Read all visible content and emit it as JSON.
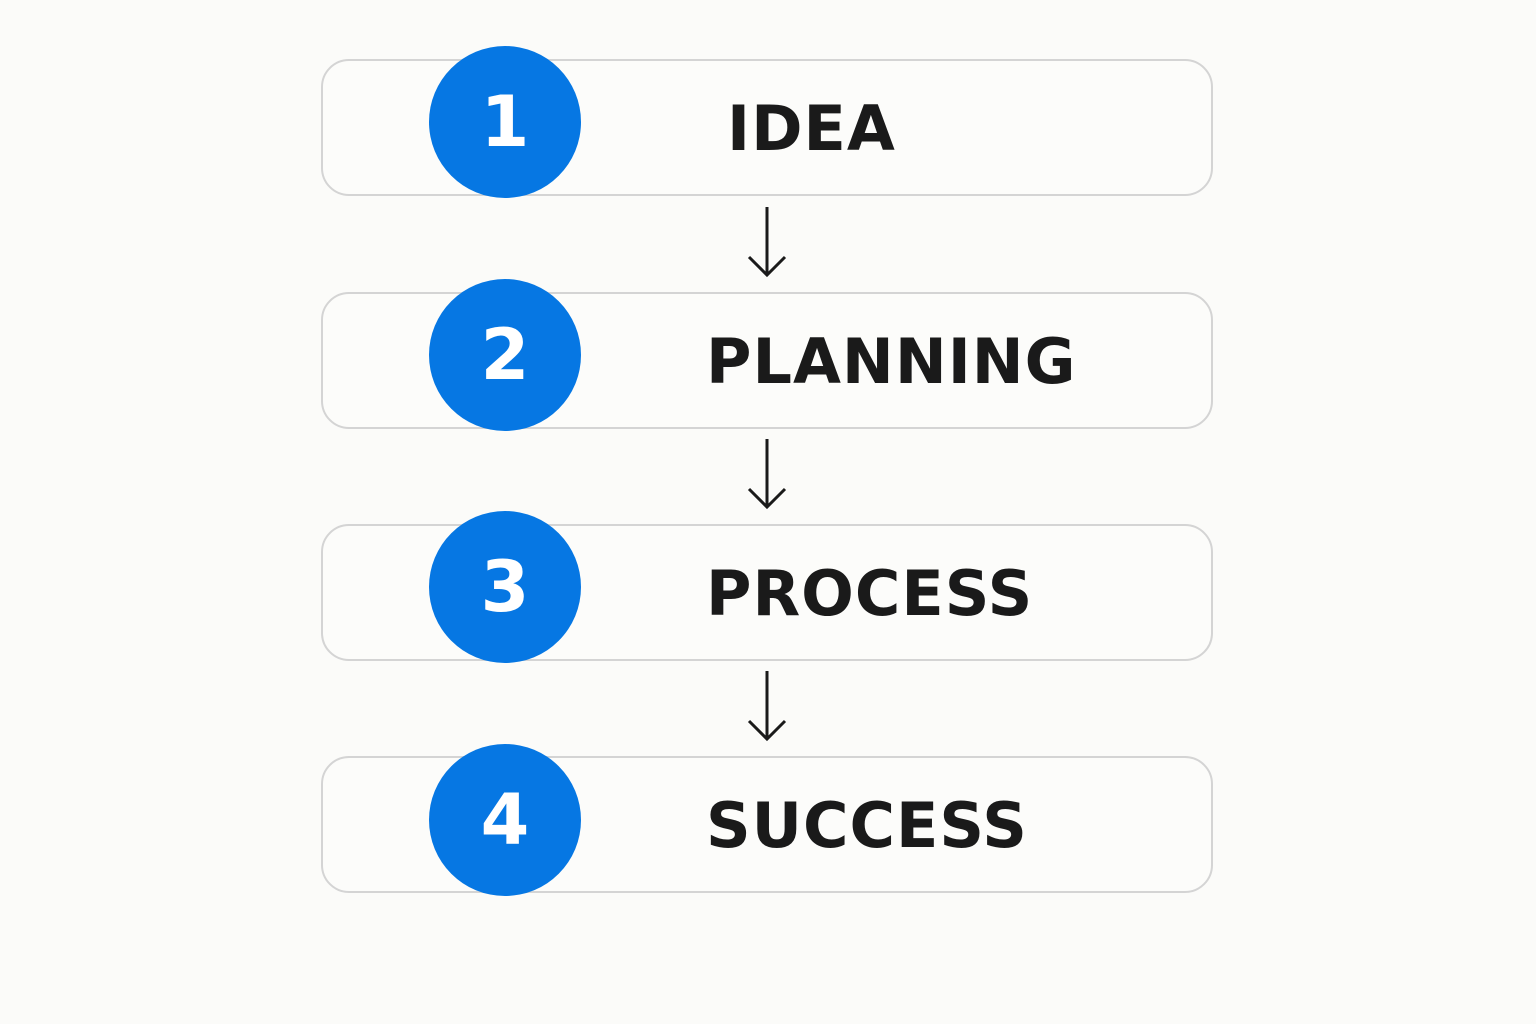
{
  "steps": [
    {
      "number": "1",
      "label": "IDEA"
    },
    {
      "number": "2",
      "label": "PLANNING"
    },
    {
      "number": "3",
      "label": "PROCESS"
    },
    {
      "number": "4",
      "label": "SUCCESS"
    }
  ],
  "colors": {
    "accent": "#0677e3",
    "text": "#1a1a1a",
    "border": "#d4d4d4"
  }
}
